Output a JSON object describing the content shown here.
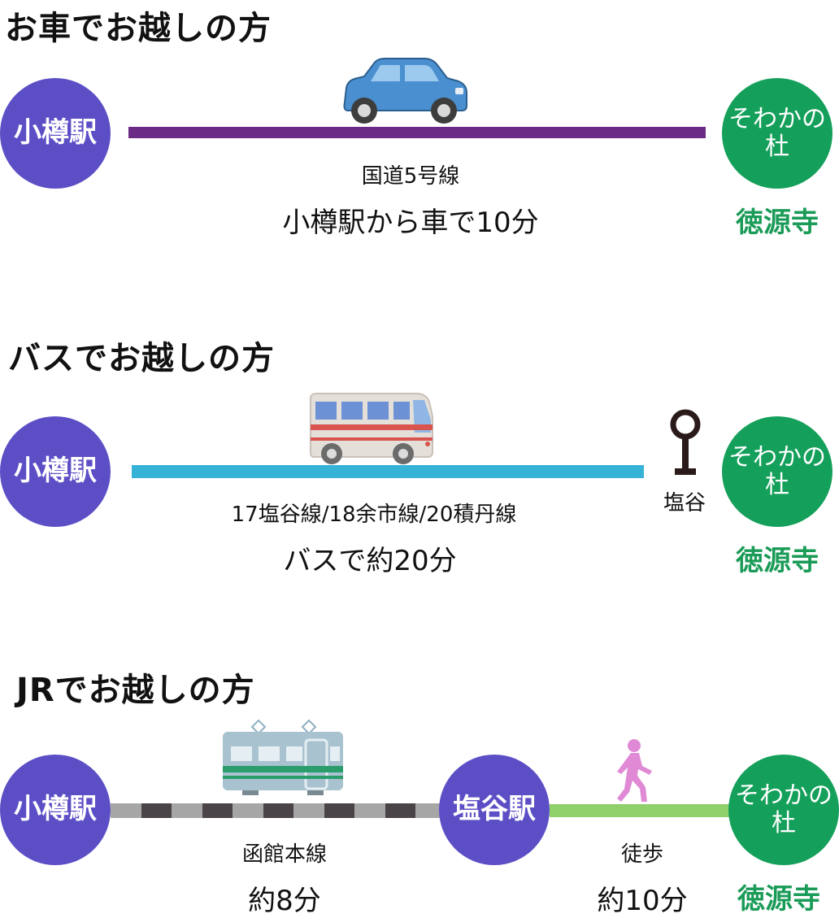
{
  "colors": {
    "station": "#5c4fc6",
    "destination": "#14a05a",
    "car_line": "#6b2a86",
    "bus_line": "#35b2d6",
    "walk_line": "#8fd06a",
    "rail_dark": "#4a4448",
    "rail_light": "#a6a6a6"
  },
  "car": {
    "heading": "お車でお越しの方",
    "origin": "小樽駅",
    "destination_line1": "そわかの",
    "destination_line2": "杜",
    "temple": "徳源寺",
    "route": "国道5号線",
    "duration": "小樽駅から車で10分",
    "icon": "car-icon"
  },
  "bus": {
    "heading": "バスでお越しの方",
    "origin": "小樽駅",
    "stop": "塩谷",
    "destination_line1": "そわかの",
    "destination_line2": "杜",
    "temple": "徳源寺",
    "route": "17塩谷線/18余市線/20積丹線",
    "duration": "バスで約20分",
    "icon": "bus-icon"
  },
  "jr": {
    "heading": "JRでお越しの方",
    "origin": "小樽駅",
    "transfer": "塩谷駅",
    "destination_line1": "そわかの",
    "destination_line2": "杜",
    "temple": "徳源寺",
    "train_route": "函館本線",
    "train_duration": "約8分",
    "walk_route": "徒歩",
    "walk_duration": "約10分",
    "icons": [
      "train-icon",
      "walker-icon"
    ]
  }
}
